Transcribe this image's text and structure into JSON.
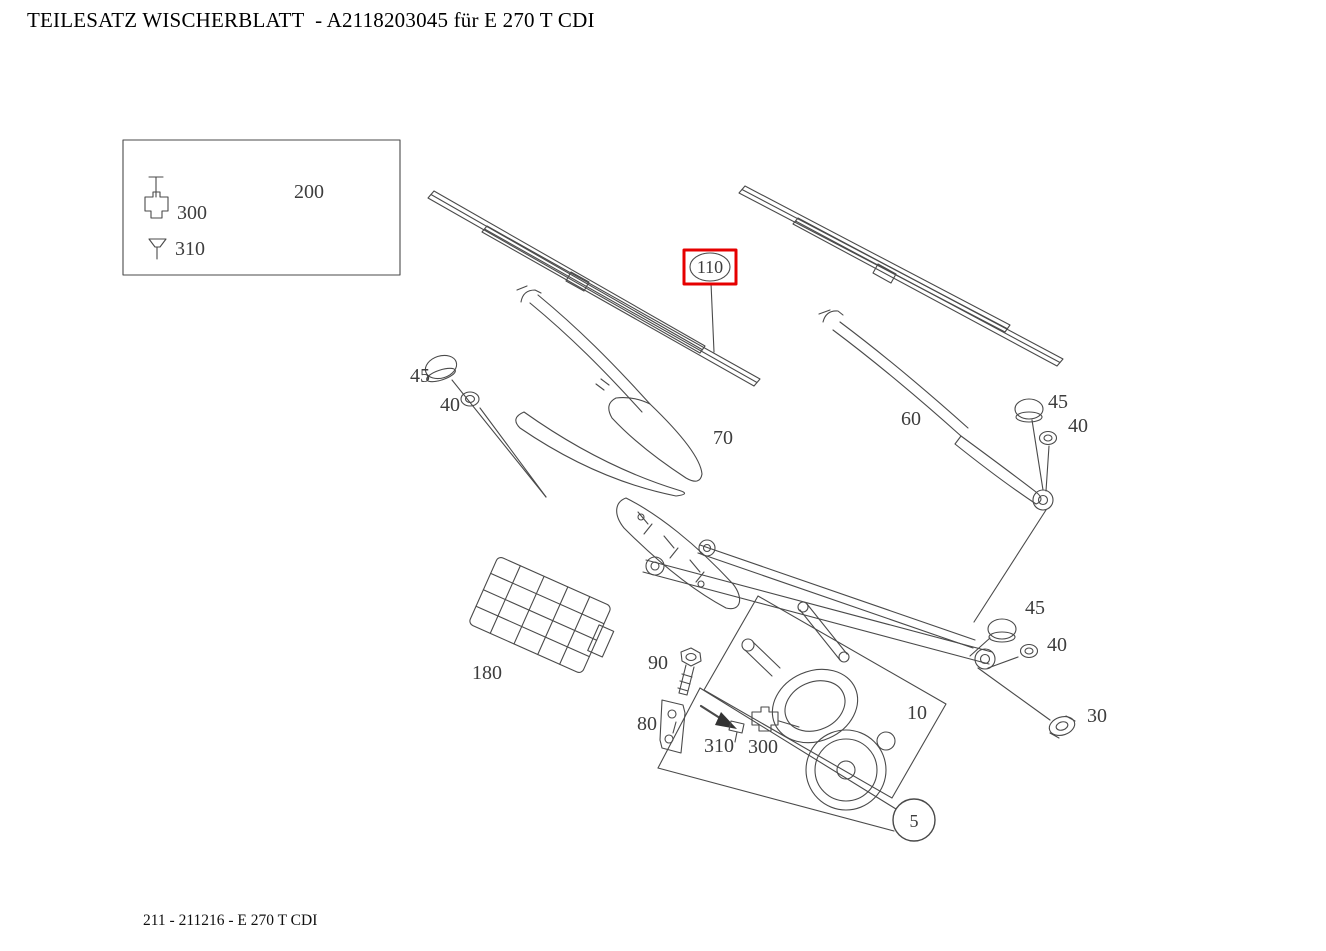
{
  "page": {
    "title": "TEILESATZ WISCHERBLATT  - A2118203045 für E 270 T CDI",
    "footer": "211 - 211216 - E 270 T CDI"
  },
  "colors": {
    "line": "#4a4a4a",
    "label": "#3d3d3d",
    "highlight_box": "#e60000",
    "background": "#ffffff"
  },
  "legend": {
    "group_label": "200",
    "items": [
      {
        "icon": "connector-icon",
        "label": "300"
      },
      {
        "icon": "pin-icon",
        "label": "310"
      }
    ]
  },
  "parts": {
    "blade_set": "110",
    "cap_arm_left": "45",
    "nut_arm_left": "40",
    "arm_left": "70",
    "arm_right": "60",
    "cap_arm_right": "45",
    "nut_arm_right": "40",
    "cap_linkage": "45",
    "nut_linkage": "40",
    "control_unit": "180",
    "screw": "90",
    "bracket": "80",
    "clip": "310",
    "connector": "300",
    "linkage": "10",
    "shaft_nut": "30",
    "motor_callout": "5"
  },
  "highlight": {
    "selected_part": "110"
  }
}
